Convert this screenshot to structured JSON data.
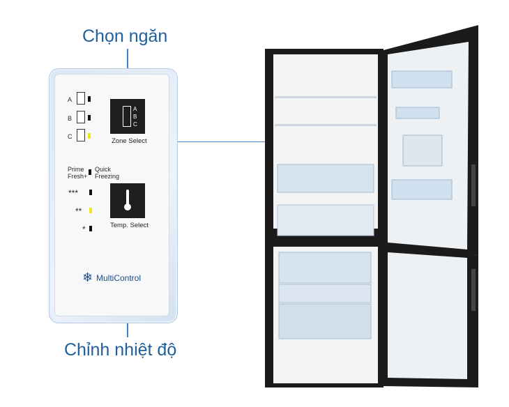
{
  "callouts": {
    "top": "Chọn ngăn",
    "bottom": "Chỉnh nhiệt độ"
  },
  "panel": {
    "zones": [
      "A",
      "B",
      "C"
    ],
    "zone_button_letters": [
      "A",
      "B",
      "C"
    ],
    "zone_select_label": "Zone Select",
    "prime_fresh_label": "Prime Fresh+",
    "quick_freezing_label": "Quick Freezing",
    "stars": [
      "***",
      "**",
      "*"
    ],
    "temp_select_label": "Temp. Select",
    "brand_label": "MultiControl"
  },
  "colors": {
    "callout_text": "#1f5f9a",
    "callout_line": "#3f86c8",
    "indicator_yellow": "#f2e41e",
    "fridge_body": "#1b1b1b"
  }
}
